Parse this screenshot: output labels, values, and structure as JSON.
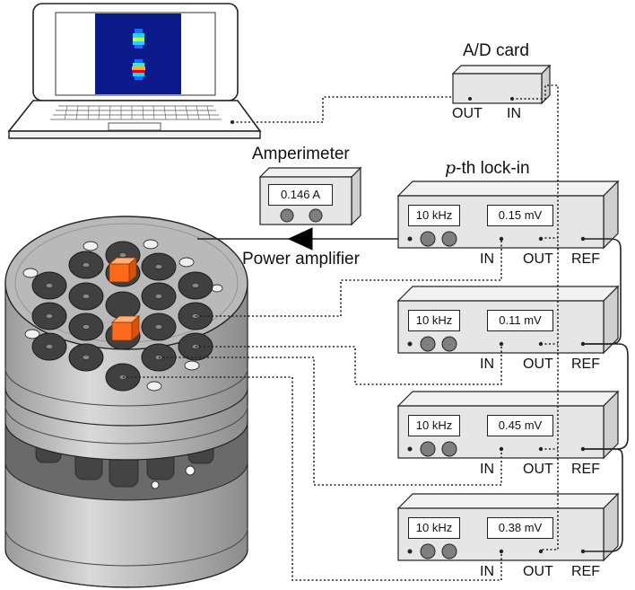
{
  "ad_card": {
    "title": "A/D card",
    "out_label": "OUT",
    "in_label": "IN"
  },
  "amperimeter": {
    "title": "Amperimeter",
    "reading": "0.146 A"
  },
  "power_amplifier": {
    "label": "Power amplifier"
  },
  "lockin_header": {
    "symbol": "p",
    "suffix": "-th lock-in"
  },
  "lockins": [
    {
      "frequency": "10 kHz",
      "voltage": "0.15 mV",
      "in_label": "IN",
      "out_label": "OUT",
      "ref_label": "REF"
    },
    {
      "frequency": "10 kHz",
      "voltage": "0.11 mV",
      "in_label": "IN",
      "out_label": "OUT",
      "ref_label": "REF"
    },
    {
      "frequency": "10 kHz",
      "voltage": "0.45 mV",
      "in_label": "IN",
      "out_label": "OUT",
      "ref_label": "REF"
    },
    {
      "frequency": "10 kHz",
      "voltage": "0.38 mV",
      "in_label": "IN",
      "out_label": "OUT",
      "ref_label": "REF"
    }
  ],
  "colors": {
    "device_body": "#e6e6e6",
    "laptop_screen": "#0d1a8c",
    "cube": "#ff6a1a",
    "coil": "#3a3a3a",
    "cylinder": "#c8c8c8"
  }
}
